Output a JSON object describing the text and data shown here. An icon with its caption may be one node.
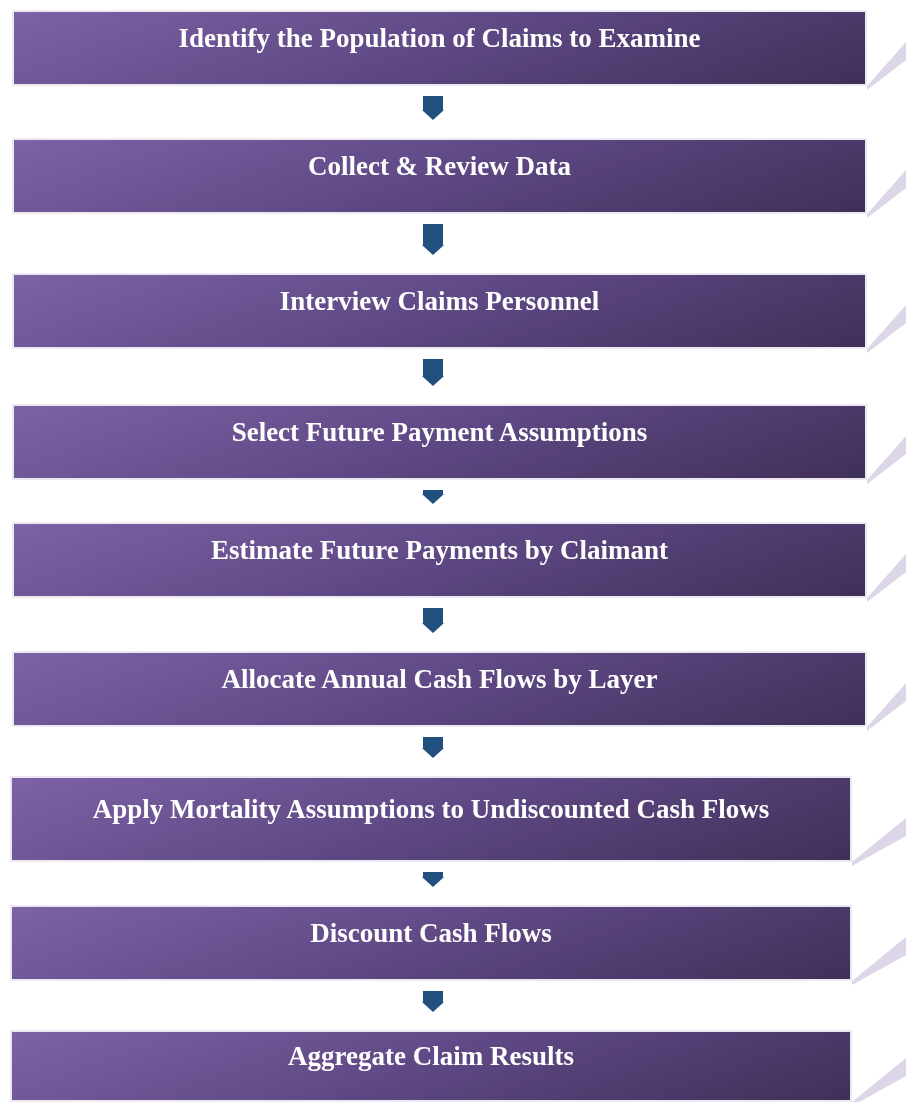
{
  "diagram": {
    "nodes": [
      {
        "text": [
          "Identify the Population of Claims to Examine"
        ]
      },
      {
        "text": [
          "Collect & Review Data"
        ]
      },
      {
        "text": [
          "Interview Claims Personnel"
        ]
      },
      {
        "text": [
          "Select Future Payment Assumptions"
        ]
      },
      {
        "text": [
          "Estimate Future Payments by Claimant"
        ]
      },
      {
        "text": [
          "Allocate Annual Cash Flows by Layer"
        ]
      },
      {
        "text": [
          "Apply Mortality Assumptions to Undiscounted Cash Flows"
        ]
      },
      {
        "text": [
          "Discount Cash Flows"
        ]
      },
      {
        "text": [
          "Aggregate Claim Results"
        ]
      }
    ],
    "edges": [
      {
        "from": 0,
        "to": 1,
        "arrow": "to"
      },
      {
        "from": 1,
        "to": 2,
        "arrow": "to"
      },
      {
        "from": 2,
        "to": 3,
        "arrow": "to"
      },
      {
        "from": 3,
        "to": 4,
        "arrow": "to"
      },
      {
        "from": 4,
        "to": 5,
        "arrow": "to"
      },
      {
        "from": 5,
        "to": 6,
        "arrow": "to"
      },
      {
        "from": 6,
        "to": 7,
        "arrow": "to"
      },
      {
        "from": 7,
        "to": 8,
        "arrow": "to"
      }
    ]
  }
}
